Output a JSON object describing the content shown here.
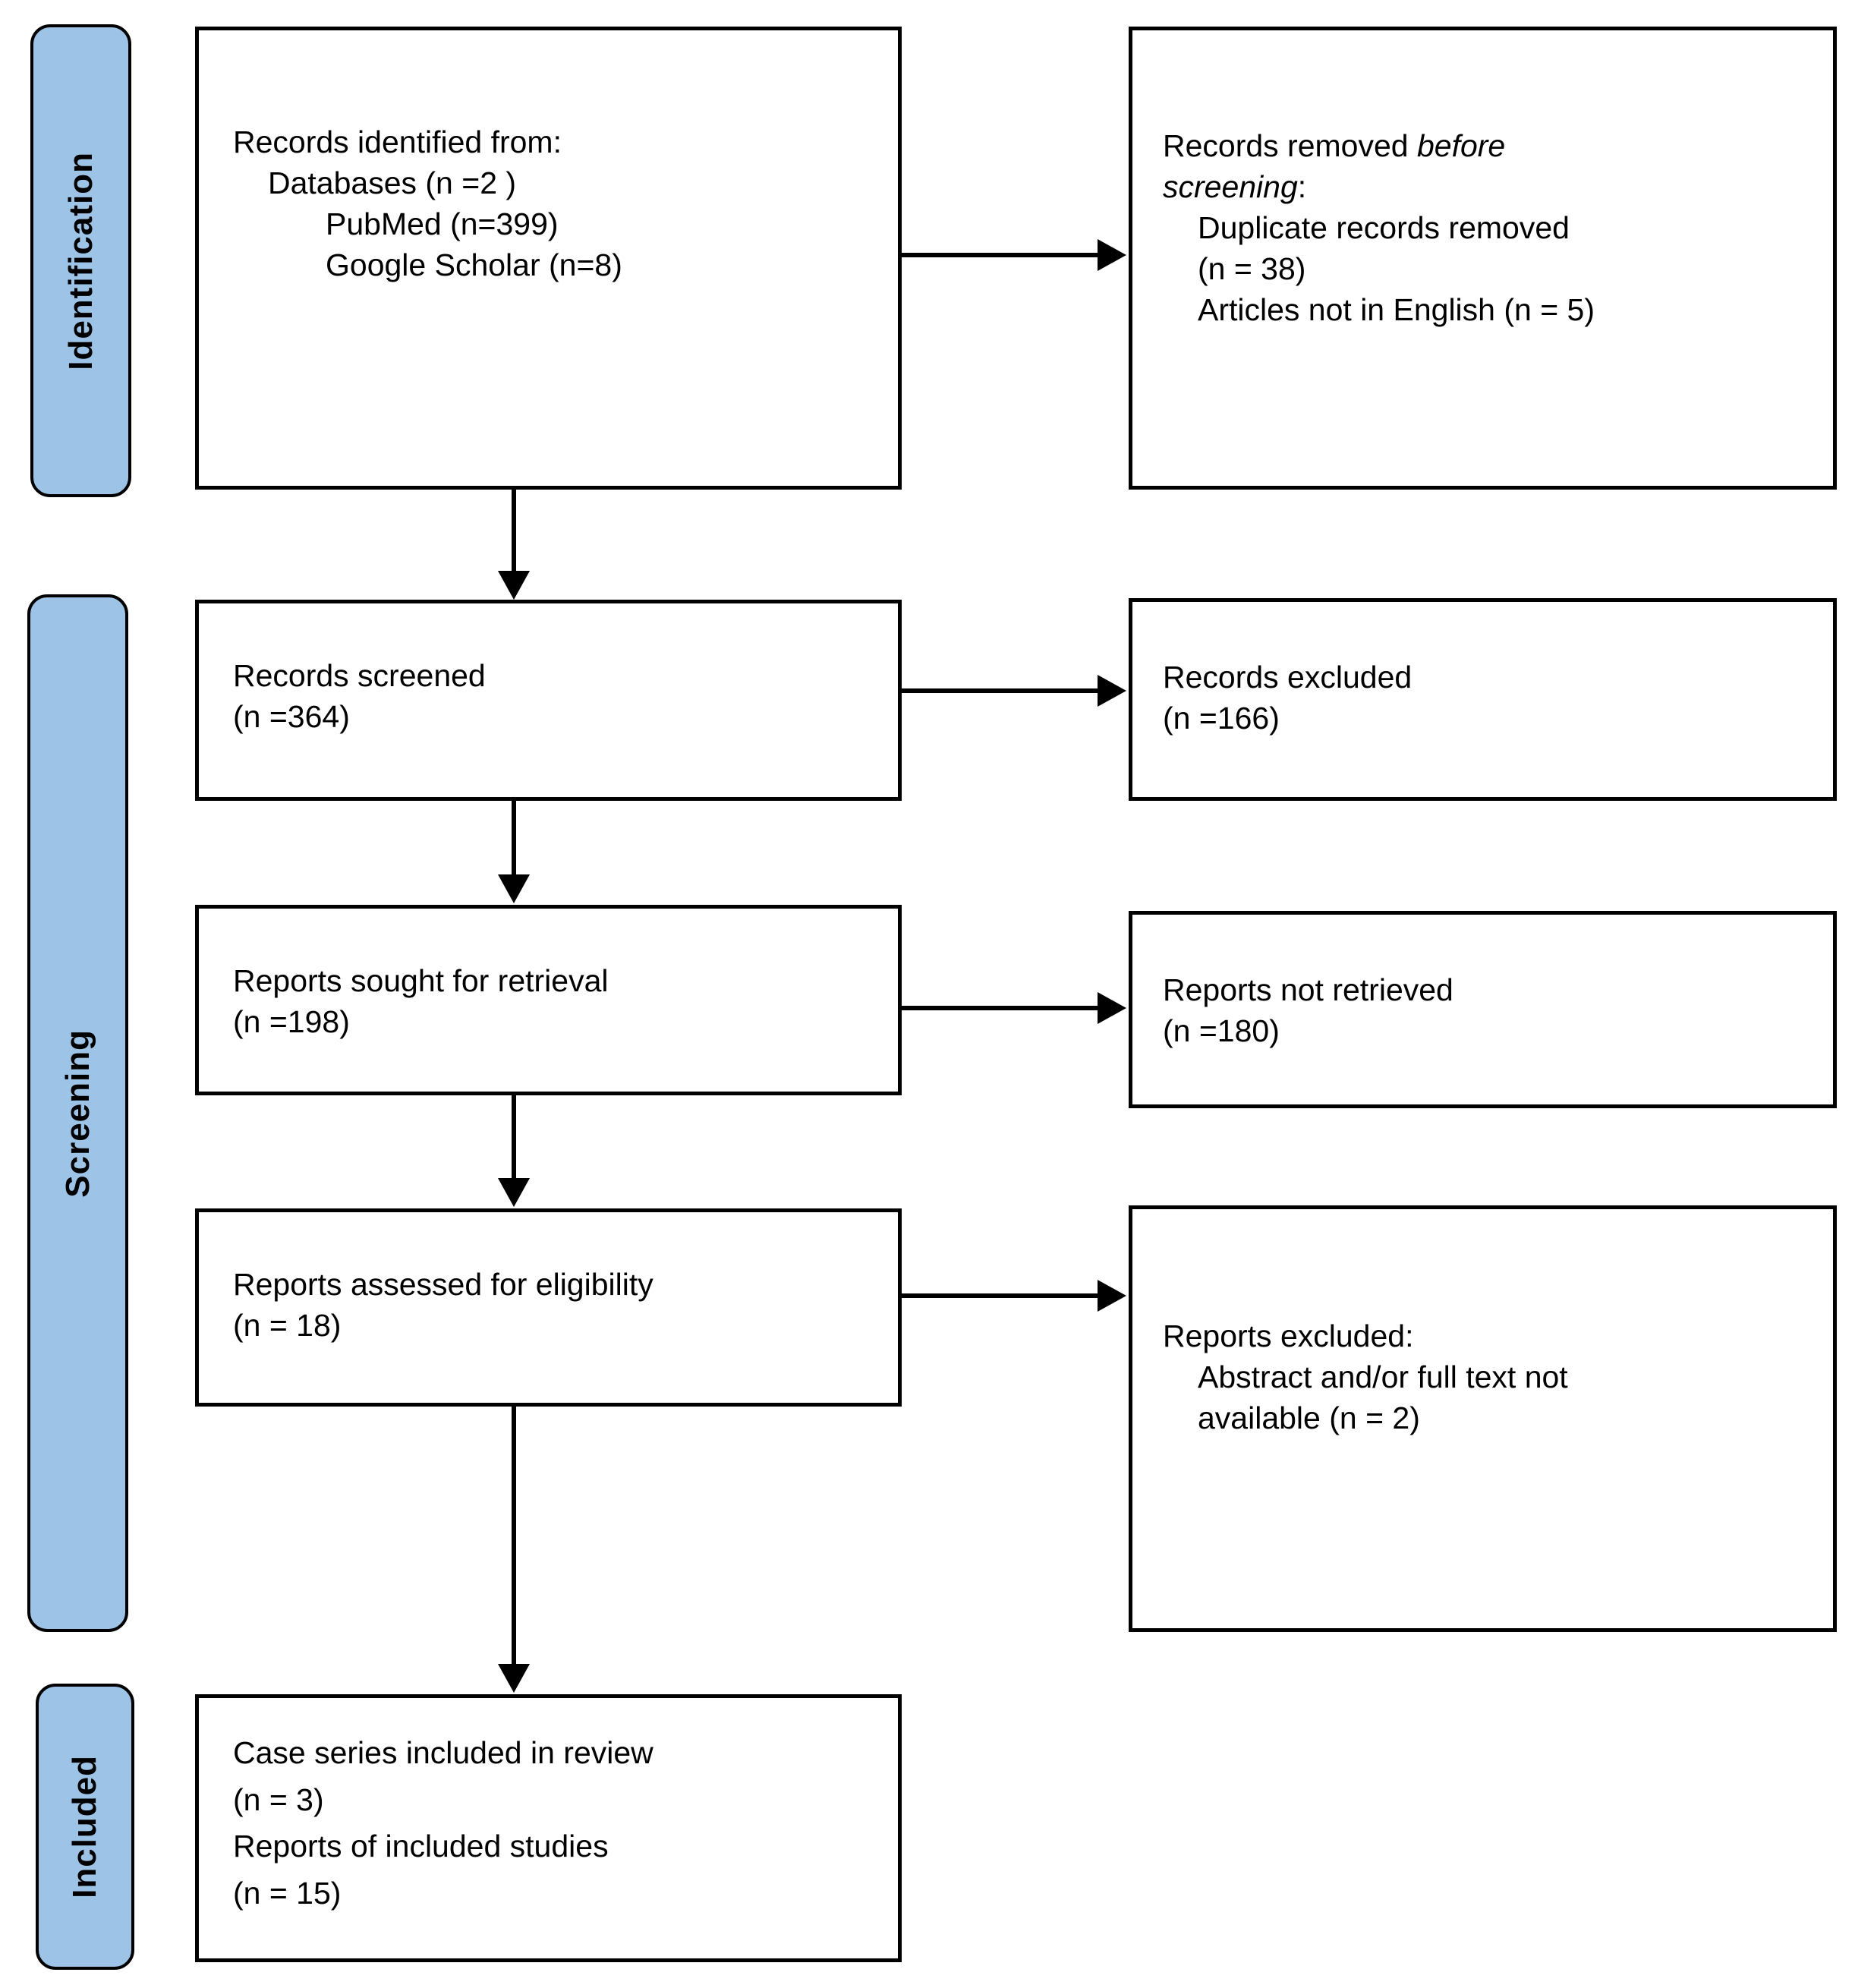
{
  "stages": [
    {
      "id": "identification",
      "label": "Identification"
    },
    {
      "id": "screening",
      "label": "Screening"
    },
    {
      "id": "included",
      "label": "Included"
    }
  ],
  "boxes": {
    "identified": {
      "lines": [
        {
          "indent": 0,
          "runs": [
            {
              "t": "Records identified from:"
            }
          ]
        },
        {
          "indent": 1,
          "runs": [
            {
              "t": "Databases (n =2 )"
            }
          ]
        },
        {
          "indent": 2,
          "runs": [
            {
              "t": "PubMed (n=399)"
            }
          ]
        },
        {
          "indent": 2,
          "runs": [
            {
              "t": "Google Scholar (n=8)"
            }
          ]
        }
      ]
    },
    "removed_before_screening": {
      "lines": [
        {
          "indent": 0,
          "runs": [
            {
              "t": "Records removed "
            },
            {
              "t": "before",
              "i": true
            }
          ]
        },
        {
          "indent": 0,
          "runs": [
            {
              "t": "screening",
              "i": true
            },
            {
              "t": ":"
            }
          ]
        },
        {
          "indent": 1,
          "runs": [
            {
              "t": "Duplicate records removed"
            }
          ]
        },
        {
          "indent": 1,
          "runs": [
            {
              "t": "(n = 38)"
            }
          ]
        },
        {
          "indent": 1,
          "runs": [
            {
              "t": "Articles not in English (n = 5)"
            }
          ]
        }
      ]
    },
    "screened": {
      "lines": [
        {
          "indent": 0,
          "runs": [
            {
              "t": "Records screened"
            }
          ]
        },
        {
          "indent": 0,
          "runs": [
            {
              "t": "(n =364)"
            }
          ]
        }
      ]
    },
    "records_excluded": {
      "lines": [
        {
          "indent": 0,
          "runs": [
            {
              "t": "Records excluded"
            }
          ]
        },
        {
          "indent": 0,
          "runs": [
            {
              "t": "(n =166)"
            }
          ]
        }
      ]
    },
    "sought": {
      "lines": [
        {
          "indent": 0,
          "runs": [
            {
              "t": "Reports sought for retrieval"
            }
          ]
        },
        {
          "indent": 0,
          "runs": [
            {
              "t": "(n =198)"
            }
          ]
        }
      ]
    },
    "not_retrieved": {
      "lines": [
        {
          "indent": 0,
          "runs": [
            {
              "t": "Reports not retrieved"
            }
          ]
        },
        {
          "indent": 0,
          "runs": [
            {
              "t": "(n =180)"
            }
          ]
        }
      ]
    },
    "assessed": {
      "lines": [
        {
          "indent": 0,
          "runs": [
            {
              "t": "Reports assessed for eligibility"
            }
          ]
        },
        {
          "indent": 0,
          "runs": [
            {
              "t": "(n = 18)"
            }
          ]
        }
      ]
    },
    "reports_excluded": {
      "lines": [
        {
          "indent": 0,
          "runs": [
            {
              "t": "Reports excluded:"
            }
          ]
        },
        {
          "indent": 1,
          "runs": [
            {
              "t": "Abstract and/or full text not"
            }
          ]
        },
        {
          "indent": 1,
          "runs": [
            {
              "t": "available (n = 2)"
            }
          ]
        }
      ]
    },
    "included_final": {
      "lines": [
        {
          "indent": 0,
          "runs": [
            {
              "t": "Case series included in review"
            }
          ]
        },
        {
          "indent": 0,
          "runs": [
            {
              "t": "(n = 3)"
            }
          ]
        },
        {
          "indent": 0,
          "runs": [
            {
              "t": "Reports of included studies"
            }
          ]
        },
        {
          "indent": 0,
          "runs": [
            {
              "t": "(n = 15)"
            }
          ]
        }
      ]
    }
  },
  "colors": {
    "stage_fill": "#9DC3E6",
    "stage_border": "#000000",
    "box_border": "#000000",
    "arrow": "#000000",
    "background": "#FFFFFF"
  }
}
